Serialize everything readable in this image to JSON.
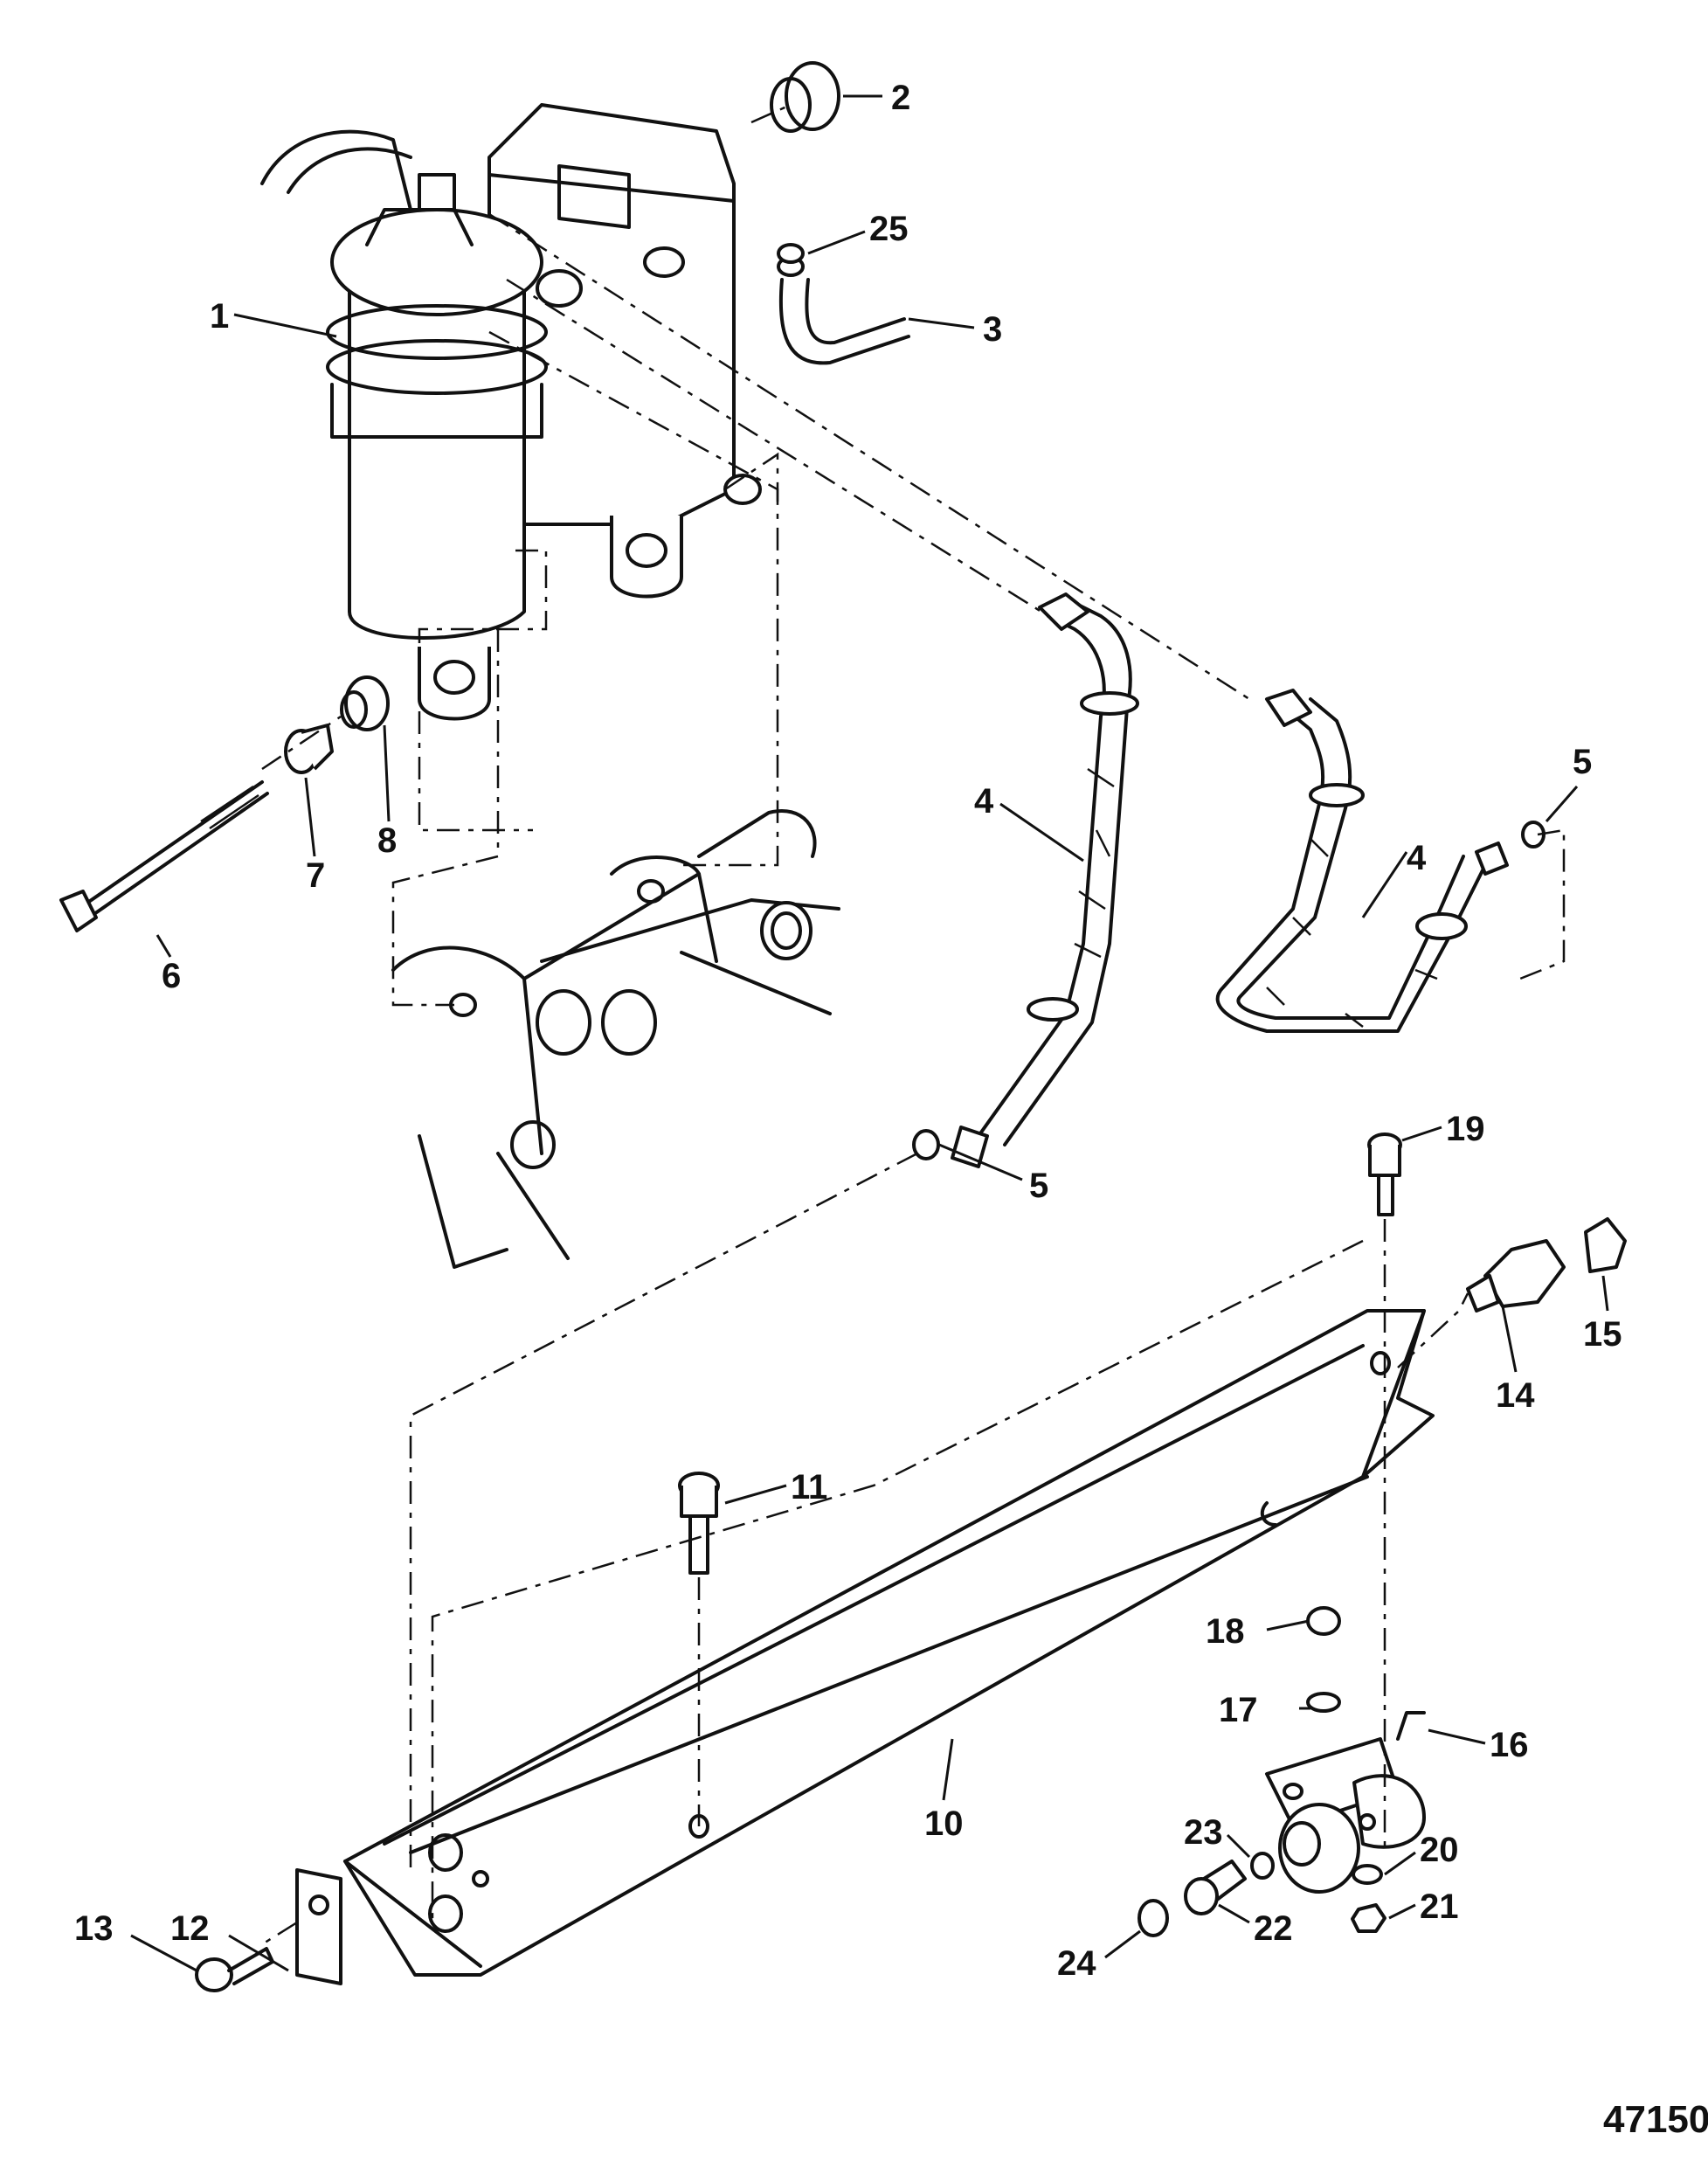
{
  "diagram": {
    "figure_number": "47150",
    "callouts": [
      {
        "id": "c1",
        "label": "1"
      },
      {
        "id": "c2",
        "label": "2"
      },
      {
        "id": "c3",
        "label": "3"
      },
      {
        "id": "c4a",
        "label": "4"
      },
      {
        "id": "c4b",
        "label": "4"
      },
      {
        "id": "c5a",
        "label": "5"
      },
      {
        "id": "c5b",
        "label": "5"
      },
      {
        "id": "c6",
        "label": "6"
      },
      {
        "id": "c7",
        "label": "7"
      },
      {
        "id": "c8",
        "label": "8"
      },
      {
        "id": "c10",
        "label": "10"
      },
      {
        "id": "c11",
        "label": "11"
      },
      {
        "id": "c12",
        "label": "12"
      },
      {
        "id": "c13",
        "label": "13"
      },
      {
        "id": "c14",
        "label": "14"
      },
      {
        "id": "c15",
        "label": "15"
      },
      {
        "id": "c16",
        "label": "16"
      },
      {
        "id": "c17",
        "label": "17"
      },
      {
        "id": "c18",
        "label": "18"
      },
      {
        "id": "c19",
        "label": "19"
      },
      {
        "id": "c20",
        "label": "20"
      },
      {
        "id": "c21",
        "label": "21"
      },
      {
        "id": "c22",
        "label": "22"
      },
      {
        "id": "c23",
        "label": "23"
      },
      {
        "id": "c24",
        "label": "24"
      },
      {
        "id": "c25",
        "label": "25"
      }
    ]
  }
}
